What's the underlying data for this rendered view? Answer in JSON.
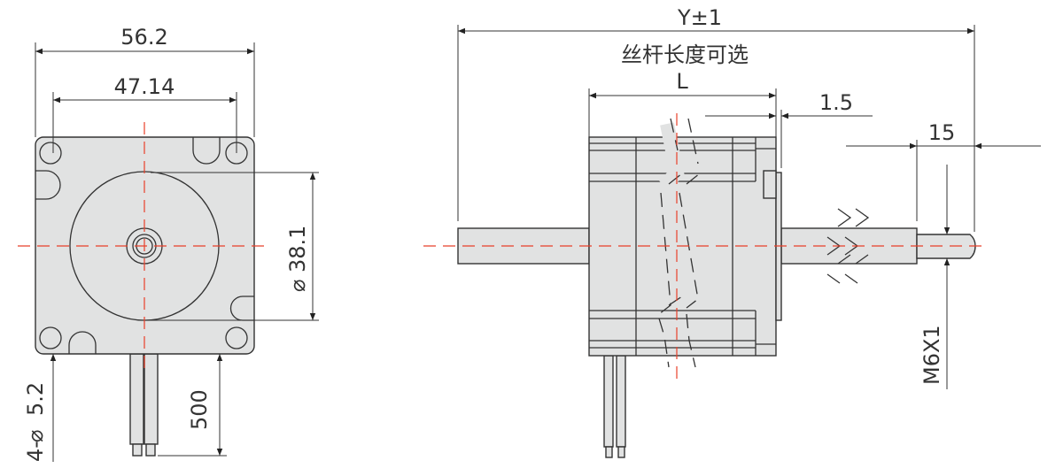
{
  "title": "Stepper motor linear actuator dimension drawing",
  "front_view": {
    "width_dim": "56.2",
    "hole_spacing_dim": "47.14",
    "boss_diameter_dim": "38.1",
    "diameter_symbol": "⌀",
    "mounting_holes_prefix": "4-",
    "mounting_holes_dim": "5.2",
    "cable_length_dim": "500"
  },
  "side_view": {
    "total_length_dim": "Y±1",
    "total_length_note": "丝杆长度可选",
    "body_length_dim": "L",
    "flange_dim": "1.5",
    "thread_length_dim": "15",
    "thread_spec": "M6X1"
  },
  "colors": {
    "centerline": "#e8402a",
    "body_fill": "#e1e2e2",
    "line": "#333333"
  }
}
